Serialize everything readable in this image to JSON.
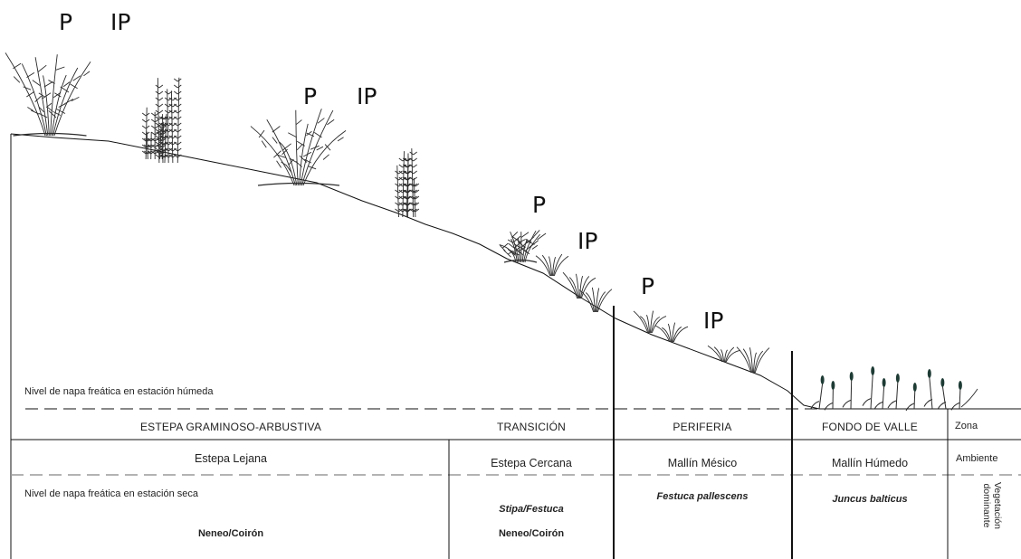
{
  "plant_labels": {
    "pair1": {
      "p": "P",
      "ip": "IP"
    },
    "pair2": {
      "p": "P",
      "ip": "IP"
    },
    "pair3": {
      "p": "P",
      "ip": "IP"
    },
    "pair4": {
      "p": "P",
      "ip": "IP"
    }
  },
  "water_table": {
    "wet": "Nivel de napa freática en estación húmeda",
    "dry": "Nivel de napa freática en estación seca"
  },
  "table": {
    "zona": {
      "header": "Zona",
      "cells": [
        "ESTEPA GRAMINOSO-ARBUSTIVA",
        "TRANSICIÓN",
        "PERIFERIA",
        "FONDO DE VALLE"
      ]
    },
    "ambiente": {
      "header": "Ambiente",
      "cells": [
        "Estepa Lejana",
        "Estepa Cercana",
        "Mallín Mésico",
        "Mallín Húmedo"
      ]
    },
    "vegetacion": {
      "header_line1": "Vegetación",
      "header_line2": "dominante",
      "estepa": "Neneo/Coirón",
      "transicion_top": "Stipa/Festuca",
      "transicion_bottom": "Neneo/Coirón",
      "periferia": "Festuca pallescens",
      "fondo": "Juncus balticus"
    }
  },
  "colors": {
    "line": "#111111",
    "dashed": "#9a9a9a",
    "plant": "#2b2b2b",
    "rush_tip": "#1e3b34"
  }
}
